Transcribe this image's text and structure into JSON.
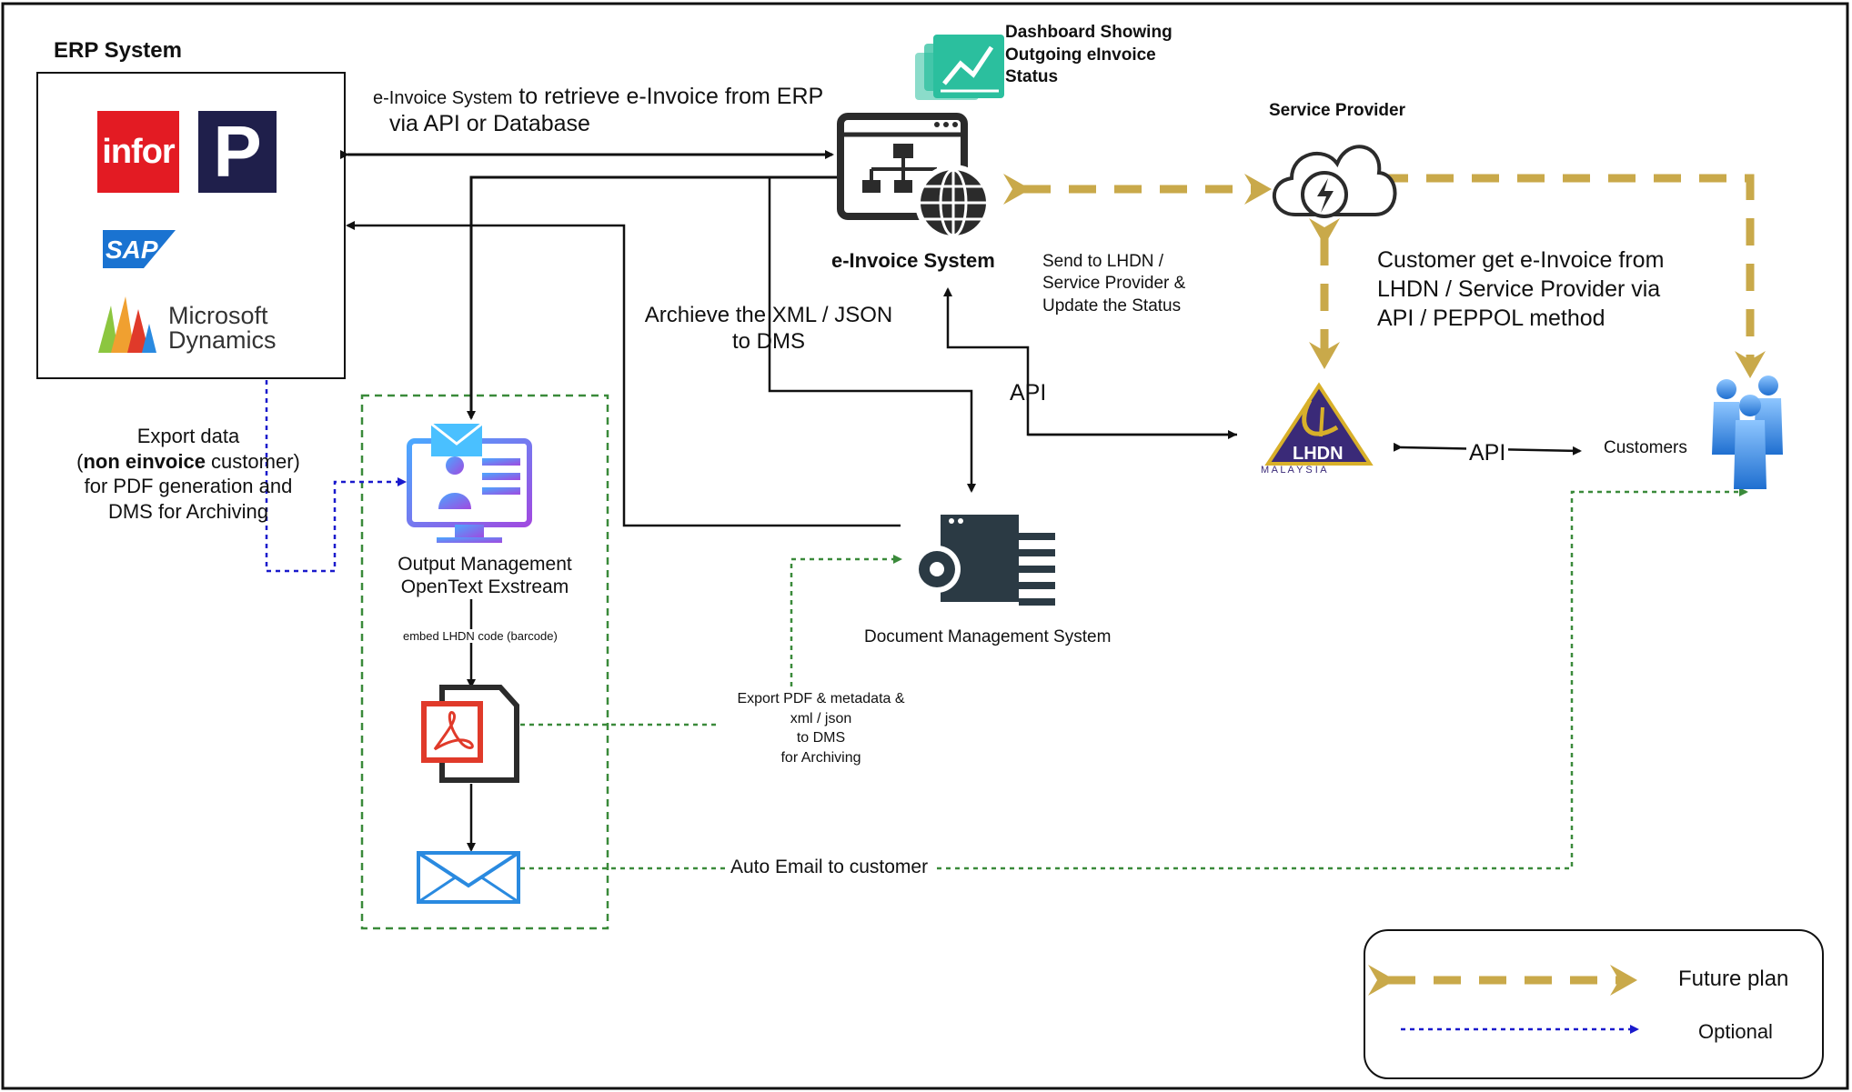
{
  "erp": {
    "title": "ERP System",
    "logos": {
      "infor": "infor",
      "p_logo": "P",
      "sap": "SAP",
      "microsoft_line1": "Microsoft",
      "microsoft_line2": "Dynamics"
    }
  },
  "labels": {
    "retrieve_small": "e-Invoice System",
    "retrieve_rest": " to retrieve e-Invoice from ERP",
    "retrieve_line2": "via API or Database",
    "dashboard_line1": "Dashboard Showing",
    "dashboard_line2": "Outgoing eInvoice",
    "dashboard_line3": "Status",
    "einvoice_system": "e-Invoice System",
    "service_provider": "Service Provider",
    "send_line1": "Send to LHDN /",
    "send_line2": "Service Provider &",
    "send_line3": "Update the Status",
    "customer_get_line1": "Customer get e-Invoice from",
    "customer_get_line2": "LHDN / Service Provider via",
    "customer_get_line3": "API / PEPPOL method",
    "archive_line1": "Archieve the XML / JSON",
    "archive_line2": "to DMS",
    "api_left": "API",
    "api_right": "API",
    "lhdn_text": "LHDN",
    "malaysia_text": "M A L A Y S I A",
    "customers": "Customers",
    "export_line1": "Export data",
    "export_line2_bold": "non einvoice",
    "export_line2_open": "(",
    "export_line2_rest": " customer)",
    "export_line3": "for PDF generation and",
    "export_line4": "DMS for Archiving",
    "output_line1": "Output Management",
    "output_line2": "OpenText Exstream",
    "embed": "embed LHDN code (barcode)",
    "dms": "Document Management System",
    "export_pdf_line1": "Export PDF & metadata &",
    "export_pdf_line2": "xml / json",
    "export_pdf_line3": "to DMS",
    "export_pdf_line4": "for Archiving",
    "auto_email": "Auto Email to customer"
  },
  "legend": {
    "future_plan": "Future plan",
    "optional": "Optional"
  },
  "colors": {
    "gold": "#c9a94a",
    "blue_dotted": "#1a1acc",
    "green_dotted": "#3a8a3a",
    "line": "#111111",
    "teal": "#2bbf9e",
    "lhdn_purple": "#3a2a78",
    "lhdn_gold": "#d8b02a",
    "customer_blue": "#3b8ee6",
    "pdf_red": "#e03a2a",
    "email_blue": "#2a8ae0",
    "output_purple": "#8a4ae0"
  }
}
